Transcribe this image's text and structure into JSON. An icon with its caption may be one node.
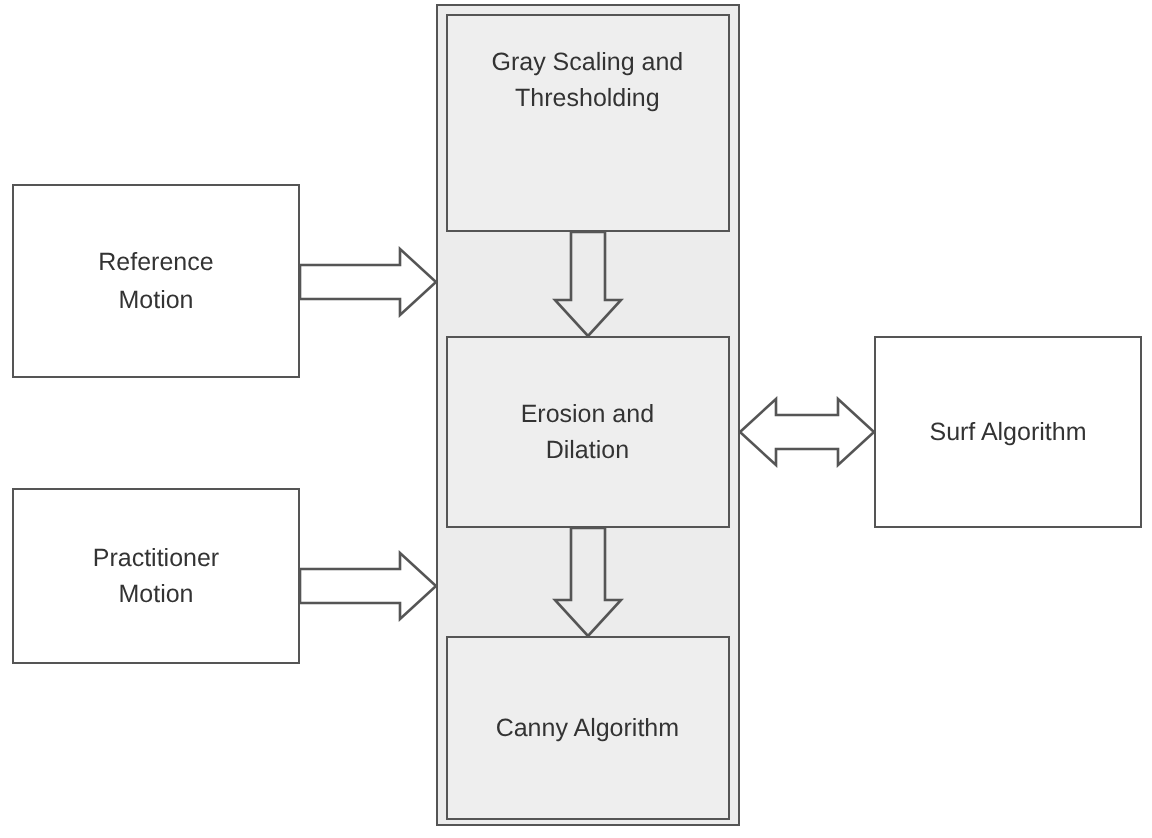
{
  "diagram": {
    "nodes": [
      {
        "text": [],
        "shape": "box"
      },
      {
        "text": [
          "Gray Scaling and Thresholding"
        ],
        "in": 0
      },
      {
        "text": [
          "Erosion and Dilation"
        ],
        "in": 0
      },
      {
        "text": [
          "Canny Algorithm"
        ],
        "in": 0
      },
      {
        "text": [
          "Reference Motion"
        ]
      },
      {
        "text": [
          "Practitioner Motion"
        ]
      },
      {
        "text": [
          "Surf Algorithm"
        ]
      }
    ],
    "edges": [
      {
        "from": 4,
        "to": 0,
        "arrow": "to"
      },
      {
        "from": 5,
        "to": 0,
        "arrow": "to"
      },
      {
        "from": 1,
        "to": 2,
        "arrow": "to"
      },
      {
        "from": 2,
        "to": 3,
        "arrow": "to"
      },
      {
        "from": 2,
        "to": 6,
        "arrow": "both"
      }
    ]
  }
}
